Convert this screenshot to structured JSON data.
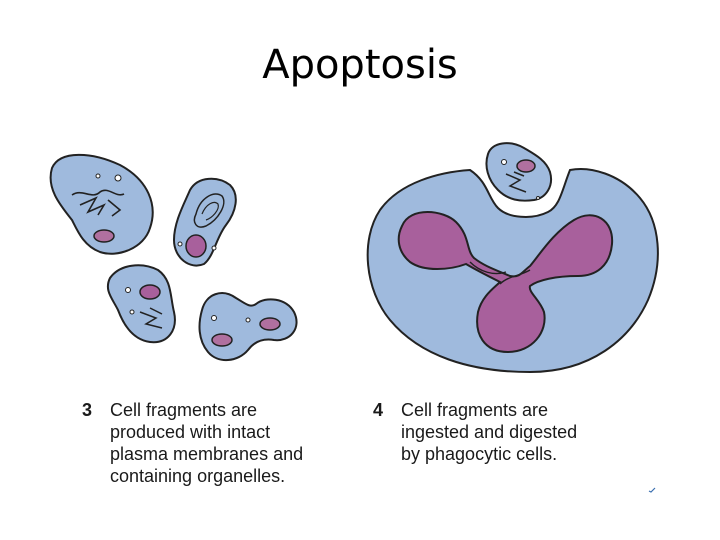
{
  "slide": {
    "title": "Apoptosis"
  },
  "colors": {
    "cell_fill": "#9fbadd",
    "cell_outline": "#222222",
    "nucleus_fill": "#a8609c",
    "fragment_fill": "#b0709f"
  },
  "steps": [
    {
      "number": "3",
      "lines": [
        "Cell fragments are",
        "produced with intact",
        "plasma membranes and",
        "containing organelles."
      ]
    },
    {
      "number": "4",
      "lines": [
        "Cell fragments are",
        "ingested and digested",
        "by phagocytic cells."
      ]
    }
  ]
}
